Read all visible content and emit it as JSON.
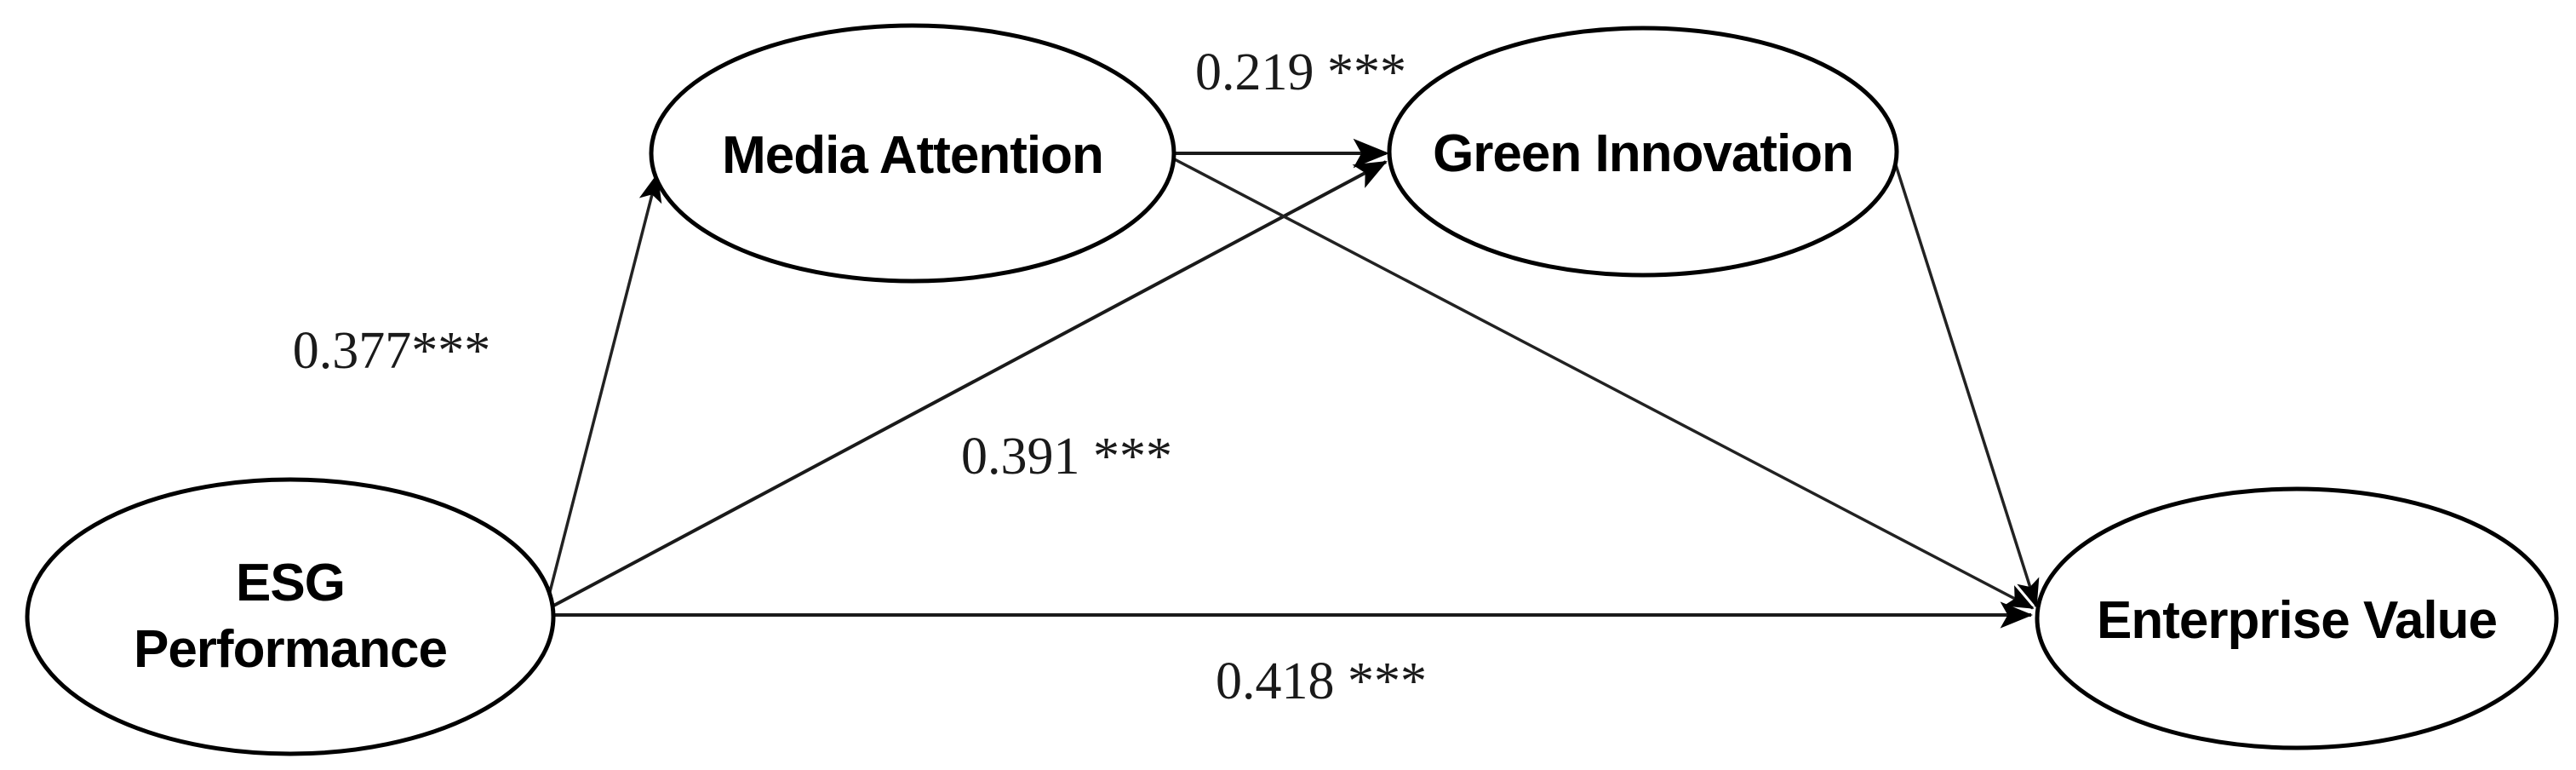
{
  "diagram": {
    "type": "path-diagram",
    "title": "",
    "background_color": "#ffffff",
    "node_stroke_color": "#000000",
    "edge_color": "#1a1a1a",
    "nodes": [
      {
        "id": "esg",
        "label_line1": "ESG",
        "label_line2": "Performance",
        "shape": "ellipse"
      },
      {
        "id": "media",
        "label_line1": "Media Attention",
        "label_line2": "",
        "shape": "ellipse"
      },
      {
        "id": "green",
        "label_line1": "Green Innovation",
        "label_line2": "",
        "shape": "ellipse"
      },
      {
        "id": "enterprise",
        "label_line1": "Enterprise Value",
        "label_line2": "",
        "shape": "ellipse"
      }
    ],
    "edges": [
      {
        "id": "esg-media",
        "from": "esg",
        "to": "media",
        "label": "0.377***"
      },
      {
        "id": "media-green",
        "from": "media",
        "to": "green",
        "label": "0.219 ***"
      },
      {
        "id": "esg-green",
        "from": "esg",
        "to": "green",
        "label": "0.391 ***"
      },
      {
        "id": "esg-enterprise",
        "from": "esg",
        "to": "enterprise",
        "label": "0.418 ***"
      },
      {
        "id": "media-enterprise",
        "from": "media",
        "to": "enterprise",
        "label": ""
      },
      {
        "id": "green-enterprise",
        "from": "green",
        "to": "enterprise",
        "label": ""
      }
    ]
  }
}
